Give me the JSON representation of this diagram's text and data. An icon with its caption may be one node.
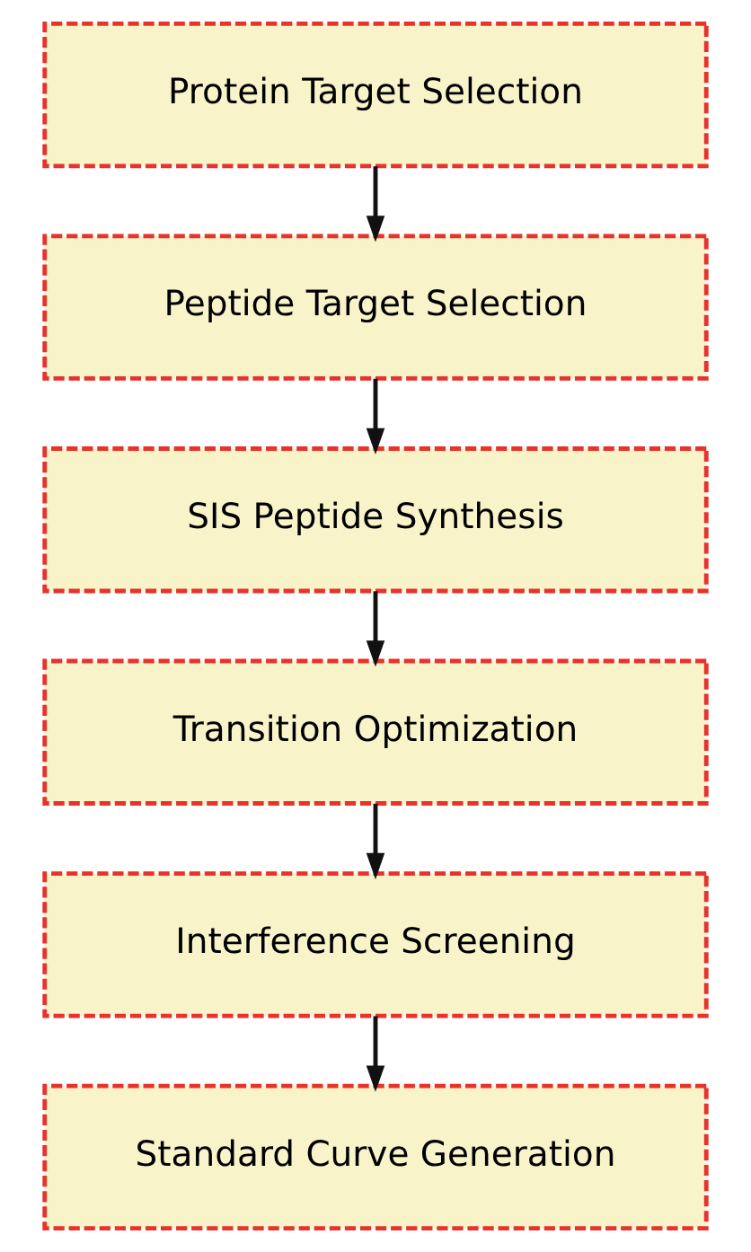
{
  "diagram": {
    "nodes": [
      {
        "text": [
          "Protein Target Selection"
        ]
      },
      {
        "text": [
          "Peptide Target Selection"
        ]
      },
      {
        "text": [
          "SIS Peptide Synthesis"
        ]
      },
      {
        "text": [
          "Transition Optimization"
        ]
      },
      {
        "text": [
          "Interference Screening"
        ]
      },
      {
        "text": [
          "Standard Curve Generation"
        ]
      }
    ],
    "edges": [
      {
        "from": 0,
        "to": 1,
        "arrow": "to"
      },
      {
        "from": 1,
        "to": 2,
        "arrow": "to"
      },
      {
        "from": 2,
        "to": 3,
        "arrow": "to"
      },
      {
        "from": 3,
        "to": 4,
        "arrow": "to"
      },
      {
        "from": 4,
        "to": 5,
        "arrow": "to"
      }
    ]
  }
}
